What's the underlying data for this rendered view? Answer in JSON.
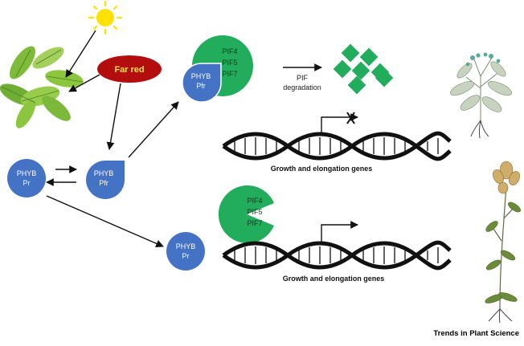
{
  "colors": {
    "phyb_blue": "#4472c4",
    "pif_green": "#22ad5c",
    "far_red": "#b40d0d",
    "far_red_text": "#ffe34d",
    "sun": "#ffe100",
    "leaf": "#8cc63f",
    "arrow": "#111111"
  },
  "far_red": {
    "label": "Far red"
  },
  "phyb": {
    "line1": "PHYB",
    "pr": "Pr",
    "pfr": "Pfr"
  },
  "pif": {
    "line1": "PIF4",
    "line2": "PIF5",
    "line3": "PIF7"
  },
  "degradation": {
    "line1": "PIF",
    "line2": "degradation"
  },
  "genes": {
    "top": "Growth and elongation genes",
    "bottom": "Growth and elongation genes"
  },
  "credit": "Trends in Plant Science",
  "icons": [
    "sun-icon",
    "leaf-icon",
    "dna-icon",
    "blocked-transcription-icon",
    "active-transcription-icon",
    "shade-avoidance-plant-icon",
    "normal-plant-icon"
  ]
}
